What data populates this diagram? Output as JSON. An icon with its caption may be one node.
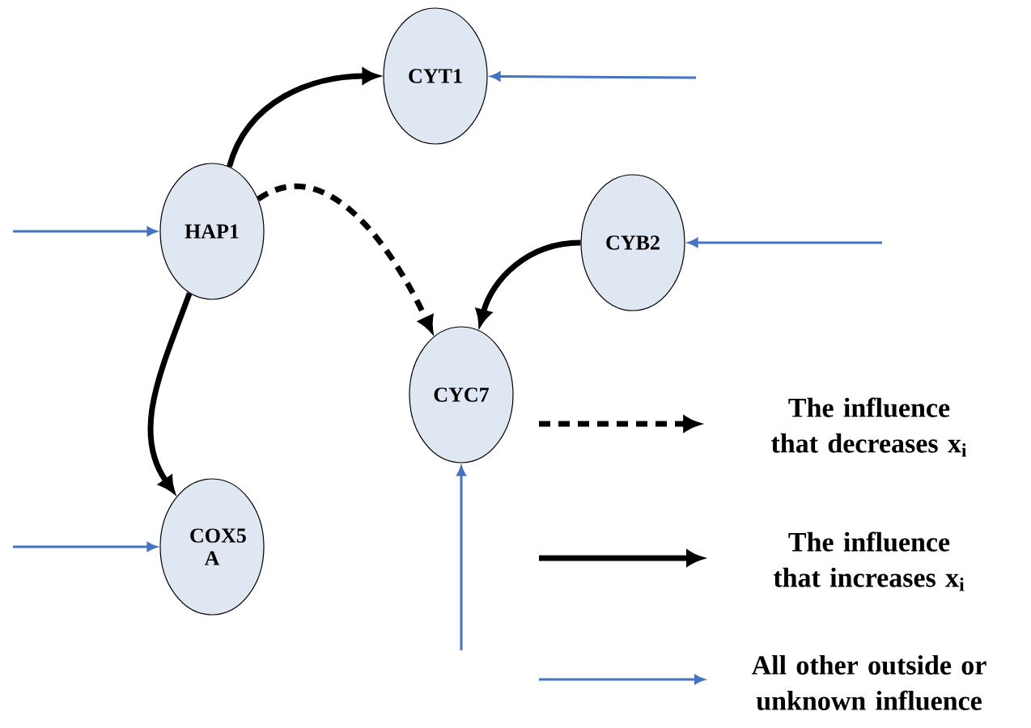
{
  "diagram": {
    "nodes": [
      {
        "text": [
          "CYT1"
        ]
      },
      {
        "text": [
          "HAP1"
        ]
      },
      {
        "text": [
          "CYB2"
        ]
      },
      {
        "text": [
          "CYC7"
        ]
      },
      {
        "text": [
          "COX5 A"
        ]
      }
    ],
    "edges": [
      {
        "from": 1,
        "to": 0,
        "arrow": "to",
        "style": "thick",
        "color": "#000000"
      },
      {
        "from": 1,
        "to": 3,
        "arrow": "to",
        "style": "dashed",
        "color": "#000000"
      },
      {
        "from": 2,
        "to": 3,
        "arrow": "to",
        "style": "thick",
        "color": "#000000"
      },
      {
        "from": 1,
        "to": 4,
        "arrow": "to",
        "style": "thick",
        "color": "#000000"
      },
      {
        "from": null,
        "to": 0,
        "arrow": "to"
      },
      {
        "from": null,
        "to": 1,
        "arrow": "to"
      },
      {
        "from": null,
        "to": 2,
        "arrow": "to"
      },
      {
        "from": null,
        "to": 3,
        "arrow": "to"
      },
      {
        "from": null,
        "to": 4,
        "arrow": "to"
      }
    ],
    "legend": [
      {
        "text": "The influence that decreases x$_{i}$"
      },
      {
        "text": "The influence that increases x$_{i}$"
      },
      {
        "text": "All other outside or unknown influence"
      }
    ]
  }
}
